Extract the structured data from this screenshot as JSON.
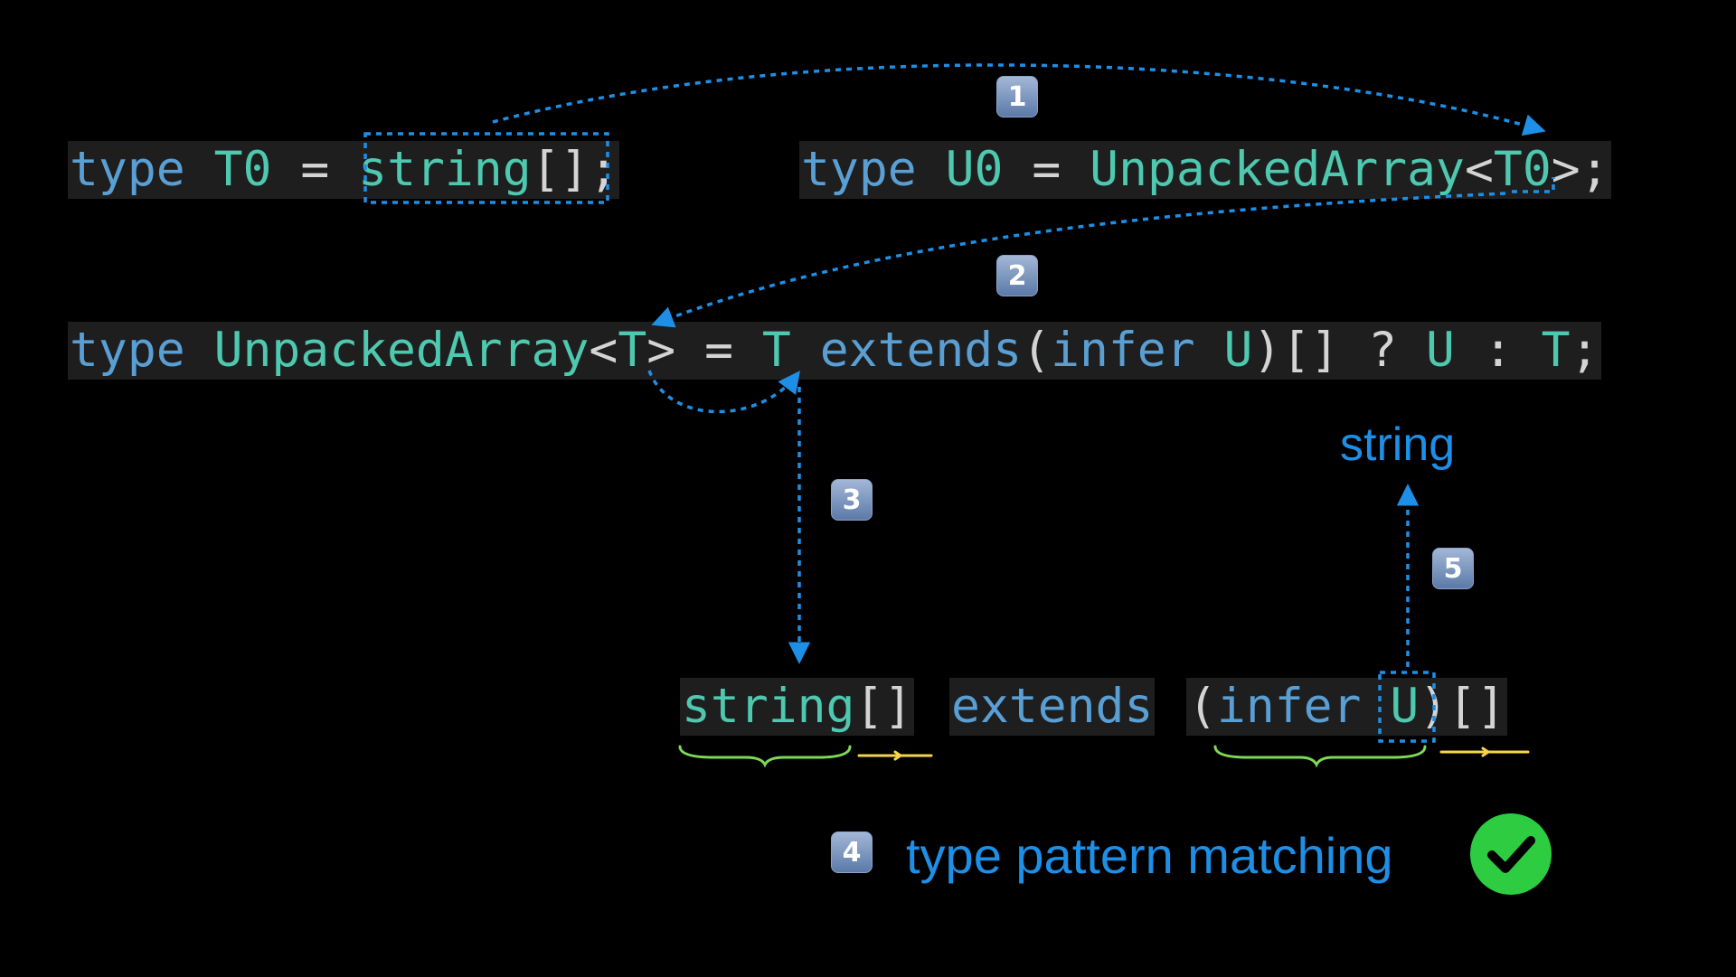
{
  "code_lines": {
    "t0": {
      "kw": "type",
      "name": "T0",
      "eq": "=",
      "type": "string",
      "brackets": "[]",
      "semi": ";"
    },
    "u0": {
      "kw": "type",
      "name": "U0",
      "eq": "=",
      "fn": "UnpackedArray",
      "lt": "<",
      "arg": "T0",
      "gt": ">",
      "semi": ";"
    },
    "def": {
      "kw": "type",
      "name": "UnpackedArray",
      "lt": "<",
      "param": "T",
      "gt": ">",
      "eq": "=",
      "t1": "T",
      "extends": "extends",
      "lparen": "(",
      "infer": "infer",
      "u1": "U",
      "rparen": ")",
      "brackets": "[]",
      "q": "?",
      "u2": "U",
      "colon": ":",
      "t2": "T",
      "semi": ";"
    },
    "match": {
      "type": "string",
      "brackets1": "[]",
      "extends": "extends",
      "lparen": "(",
      "infer": "infer",
      "u": "U",
      "rparen": ")",
      "brackets2": "[]"
    }
  },
  "labels": {
    "result": "string",
    "pattern": "type pattern matching"
  },
  "badges": [
    "1",
    "2",
    "3",
    "4",
    "5"
  ],
  "icons": {
    "check": "check-circle-icon"
  },
  "colors": {
    "keyword": "#5a9fd4",
    "type": "#4ec9b0",
    "punct": "#d4d4d4",
    "arrow": "#1e8fe6",
    "brace_green": "#7ed957",
    "brace_yellow": "#f5d547",
    "check": "#2ecc40"
  }
}
